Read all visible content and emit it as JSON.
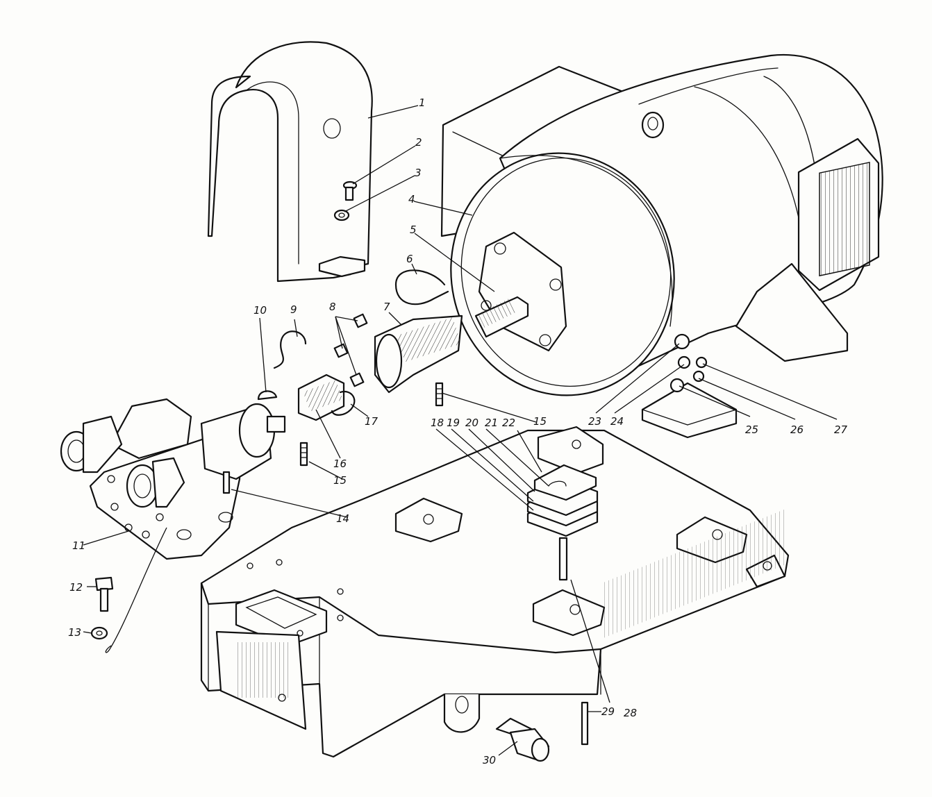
{
  "callouts": [
    "1",
    "2",
    "3",
    "4",
    "5",
    "6",
    "7",
    "8",
    "9",
    "10",
    "11",
    "12",
    "13",
    "14",
    "15",
    "15",
    "16",
    "17",
    "18",
    "19",
    "20",
    "21",
    "22",
    "23",
    "24",
    "25",
    "26",
    "27",
    "28",
    "29",
    "30"
  ]
}
